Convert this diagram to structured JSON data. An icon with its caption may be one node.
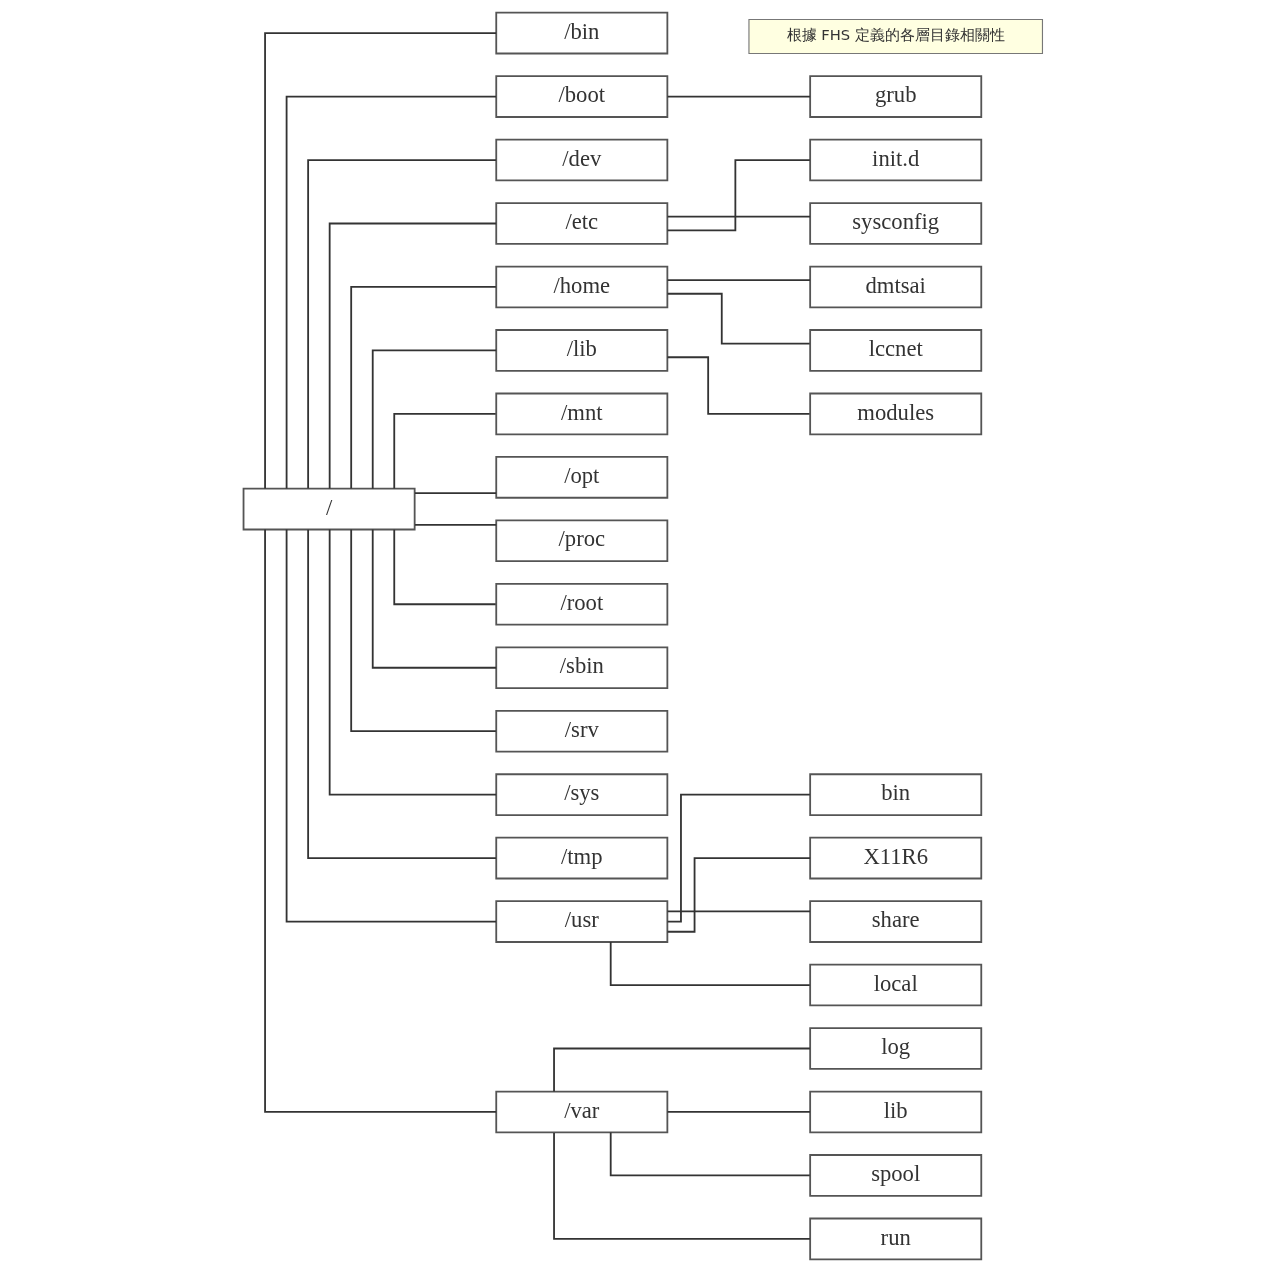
{
  "diagram": {
    "nodes": [
      {
        "text": [
          "/"
        ]
      },
      {
        "text": [
          "/bin"
        ]
      },
      {
        "text": [
          "/boot"
        ]
      },
      {
        "text": [
          "grub"
        ]
      },
      {
        "text": [
          "/dev"
        ]
      },
      {
        "text": [
          "/etc"
        ]
      },
      {
        "text": [
          "init.d"
        ]
      },
      {
        "text": [
          "sysconfig"
        ]
      },
      {
        "text": [
          "/home"
        ]
      },
      {
        "text": [
          "dmtsai"
        ]
      },
      {
        "text": [
          "lccnet"
        ]
      },
      {
        "text": [
          "/lib"
        ]
      },
      {
        "text": [
          "modules"
        ]
      },
      {
        "text": [
          "/mnt"
        ]
      },
      {
        "text": [
          "/opt"
        ]
      },
      {
        "text": [
          "/proc"
        ]
      },
      {
        "text": [
          "/root"
        ]
      },
      {
        "text": [
          "/sbin"
        ]
      },
      {
        "text": [
          "根據 FHS 定義的各層目錄相關性"
        ]
      },
      {
        "text": [
          "/srv"
        ]
      },
      {
        "text": [
          "/sys"
        ]
      },
      {
        "text": [
          "/tmp"
        ]
      },
      {
        "text": [
          "/usr"
        ]
      },
      {
        "text": [
          "bin"
        ]
      },
      {
        "text": [
          "X11R6"
        ]
      },
      {
        "text": [
          "share"
        ]
      },
      {
        "text": [
          "local"
        ]
      },
      {
        "text": [
          "/var"
        ]
      },
      {
        "text": [
          "log"
        ]
      },
      {
        "text": [
          "lib"
        ]
      },
      {
        "text": [
          "spool"
        ]
      },
      {
        "text": [
          "run"
        ]
      }
    ],
    "edges": [
      {
        "from": 0,
        "to": 1,
        "arrow": "none"
      },
      {
        "from": 0,
        "to": 2,
        "arrow": "none"
      },
      {
        "from": 0,
        "to": 4,
        "arrow": "none"
      },
      {
        "from": 0,
        "to": 5,
        "arrow": "none"
      },
      {
        "from": 0,
        "to": 8,
        "arrow": "none"
      },
      {
        "from": 0,
        "to": 11,
        "arrow": "none"
      },
      {
        "from": 0,
        "to": 13,
        "arrow": "none"
      },
      {
        "from": 0,
        "to": 14,
        "arrow": "none"
      },
      {
        "from": 0,
        "to": 15,
        "arrow": "none"
      },
      {
        "from": 0,
        "to": 16,
        "arrow": "none"
      },
      {
        "from": 0,
        "to": 17,
        "arrow": "none"
      },
      {
        "from": 0,
        "to": 19,
        "arrow": "none"
      },
      {
        "from": 0,
        "to": 20,
        "arrow": "none"
      },
      {
        "from": 0,
        "to": 21,
        "arrow": "none"
      },
      {
        "from": 0,
        "to": 22,
        "arrow": "none"
      },
      {
        "from": 0,
        "to": 27,
        "arrow": "none"
      },
      {
        "from": 2,
        "to": 3,
        "arrow": "none"
      },
      {
        "from": 5,
        "to": 6,
        "arrow": "none"
      },
      {
        "from": 5,
        "to": 7,
        "arrow": "none"
      },
      {
        "from": 8,
        "to": 9,
        "arrow": "none"
      },
      {
        "from": 8,
        "to": 10,
        "arrow": "none"
      },
      {
        "from": 11,
        "to": 12,
        "arrow": "none"
      },
      {
        "from": 22,
        "to": 23,
        "arrow": "none"
      },
      {
        "from": 22,
        "to": 24,
        "arrow": "none"
      },
      {
        "from": 22,
        "to": 25,
        "arrow": "none"
      },
      {
        "from": 22,
        "to": 26,
        "arrow": "none"
      },
      {
        "from": 27,
        "to": 28,
        "arrow": "none"
      },
      {
        "from": 27,
        "to": 29,
        "arrow": "none"
      },
      {
        "from": 27,
        "to": 30,
        "arrow": "none"
      },
      {
        "from": 27,
        "to": 31,
        "arrow": "none"
      }
    ]
  }
}
